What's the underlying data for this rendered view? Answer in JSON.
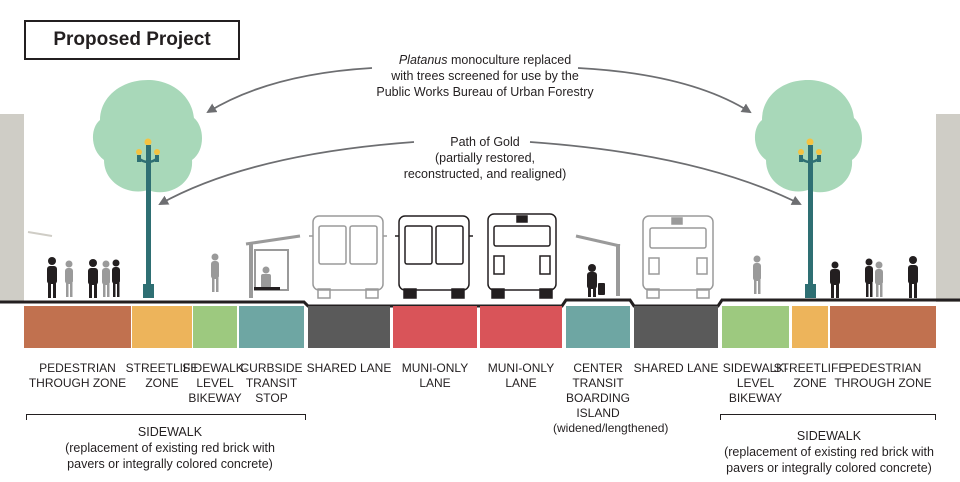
{
  "title": "Proposed Project",
  "annotations": {
    "trees": {
      "line1_italic": "Platanus",
      "line1_rest": " monoculture replaced",
      "line2": "with trees screened for use by the",
      "line3": "Public Works Bureau of Urban Forestry"
    },
    "gold": {
      "line1": "Path of Gold",
      "line2": "(partially restored,",
      "line3": "reconstructed, and realigned)"
    }
  },
  "zones": [
    {
      "lines": [
        "PEDESTRIAN",
        "THROUGH ZONE"
      ],
      "color": "#c1714f"
    },
    {
      "lines": [
        "STREETLIFE",
        "ZONE"
      ],
      "color": "#edb45b"
    },
    {
      "lines": [
        "SIDEWALK-",
        "LEVEL",
        "BIKEWAY"
      ],
      "color": "#9dc97f"
    },
    {
      "lines": [
        "CURBSIDE",
        "TRANSIT",
        "STOP"
      ],
      "color": "#6ea6a3"
    },
    {
      "lines": [
        "SHARED LANE"
      ],
      "color": "#5a5a5a"
    },
    {
      "lines": [
        "MUNI-ONLY",
        "LANE"
      ],
      "color": "#d95459"
    },
    {
      "lines": [
        "MUNI-ONLY",
        "LANE"
      ],
      "color": "#d95459"
    },
    {
      "lines": [
        "CENTER",
        "TRANSIT",
        "BOARDING ISLAND",
        "(widened/lengthened)"
      ],
      "color": "#6ea6a3"
    },
    {
      "lines": [
        "SHARED LANE"
      ],
      "color": "#5a5a5a"
    },
    {
      "lines": [
        "SIDEWALK-",
        "LEVEL",
        "BIKEWAY"
      ],
      "color": "#9dc97f"
    },
    {
      "lines": [
        "STREETLIFE",
        "ZONE"
      ],
      "color": "#edb45b"
    },
    {
      "lines": [
        "PEDESTRIAN",
        "THROUGH ZONE"
      ],
      "color": "#c1714f"
    }
  ],
  "sidewalk_left": {
    "line1": "SIDEWALK",
    "line2": "(replacement of existing red brick with",
    "line3": "pavers or integrally colored concrete)"
  },
  "sidewalk_right": {
    "line1": "SIDEWALK",
    "line2": "(replacement of existing red brick with",
    "line3": "pavers or integrally colored concrete)"
  },
  "colors": {
    "tree": "#a8d8b9",
    "lamp": "#2e6f73",
    "lamp_light": "#f3c342",
    "building": "#cfcdc6",
    "ground": "#231f20"
  }
}
